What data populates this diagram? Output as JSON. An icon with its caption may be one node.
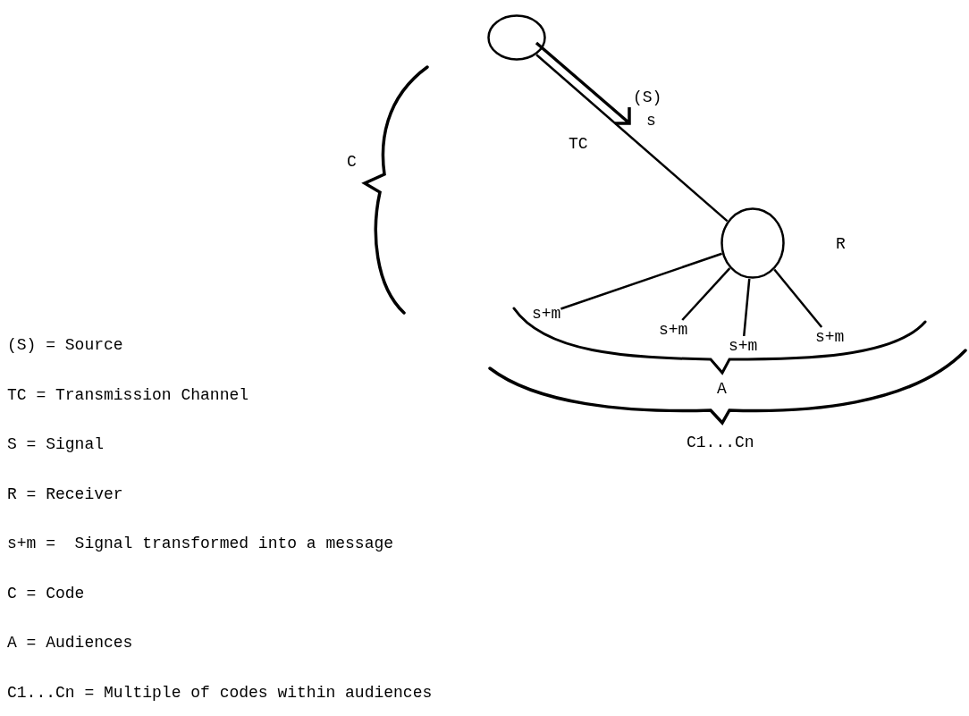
{
  "diagram": {
    "nodes": [
      {
        "text": [],
        "shape": "circle"
      },
      {
        "text": [],
        "shape": "circle",
        "beside": [
          "R"
        ]
      },
      {
        "text": [
          "s+m"
        ]
      },
      {
        "text": [
          "s+m"
        ]
      },
      {
        "text": [
          "s+m"
        ]
      },
      {
        "text": [
          "s+m"
        ]
      }
    ],
    "edges": [
      {
        "from": 0,
        "to": 1,
        "arrow": "none",
        "label": "s"
      },
      {
        "from": 1,
        "to": 2,
        "arrow": "none"
      },
      {
        "from": 1,
        "to": 3,
        "arrow": "none"
      },
      {
        "from": 1,
        "to": 4,
        "arrow": "none"
      },
      {
        "from": 1,
        "to": 5,
        "arrow": "none"
      }
    ],
    "labels": [
      "(S)",
      "TC",
      "C",
      "A",
      "C1...Cn",
      "(S) = Source",
      "TC = Transmission Channel",
      "S = Signal",
      "R = Receiver",
      "s+m =  Signal transformed into a message",
      "C = Code",
      "A = Audiences",
      "C1...Cn = Multiple of codes within audiences"
    ]
  }
}
